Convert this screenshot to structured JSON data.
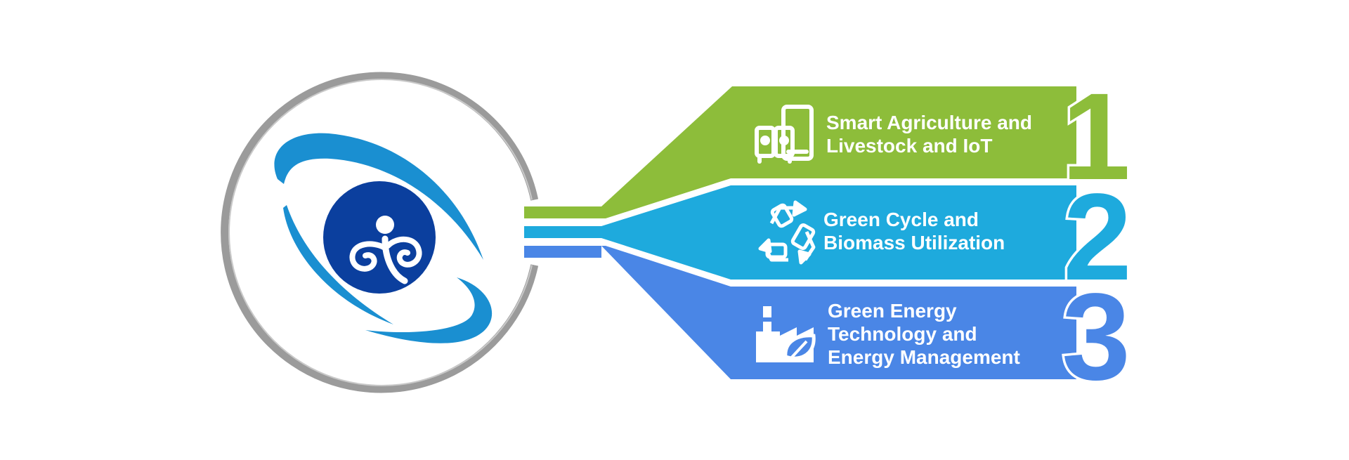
{
  "colors": {
    "green": "#8dbd3a",
    "cyan": "#1eaadd",
    "blue": "#4a86e6",
    "ring": "#9b9b9b",
    "logo_light": "#1a8fd1",
    "logo_dark": "#0b3f9e",
    "white": "#ffffff"
  },
  "items": [
    {
      "number": "1",
      "icon": "smart-devices-icon",
      "lines": [
        "Smart Agriculture and",
        "Livestock and IoT"
      ]
    },
    {
      "number": "2",
      "icon": "recycle-icon",
      "lines": [
        "Green Cycle and",
        "Biomass Utilization"
      ]
    },
    {
      "number": "3",
      "icon": "green-factory-icon",
      "lines": [
        "Green Energy",
        "Technology and",
        "Energy Management"
      ]
    }
  ]
}
